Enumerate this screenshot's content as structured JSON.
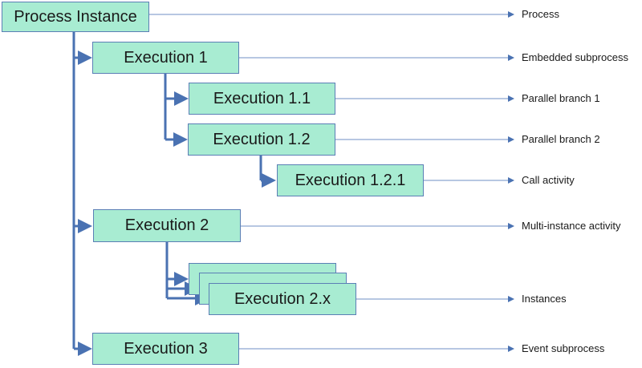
{
  "nodes": {
    "process_instance": "Process Instance",
    "execution_1": "Execution 1",
    "execution_1_1": "Execution 1.1",
    "execution_1_2": "Execution 1.2",
    "execution_1_2_1": "Execution 1.2.1",
    "execution_2": "Execution 2",
    "execution_2_x": "Execution 2.x",
    "execution_3": "Execution 3"
  },
  "labels": {
    "process": "Process",
    "embedded_subprocess": "Embedded subprocess",
    "parallel_branch_1": "Parallel branch 1",
    "parallel_branch_2": "Parallel branch 2",
    "call_activity": "Call activity",
    "multi_instance_activity": "Multi-instance activity",
    "instances": "Instances",
    "event_subprocess": "Event subprocess"
  },
  "colors": {
    "node_fill": "#a8ecd2",
    "node_border": "#5b7fb5",
    "tree_line": "#4a72b2",
    "arrow_line": "#6f8fc4"
  }
}
